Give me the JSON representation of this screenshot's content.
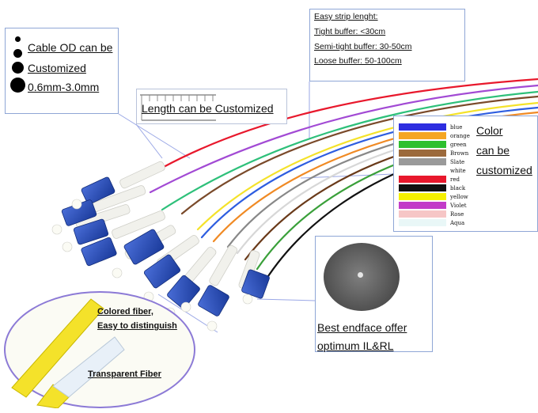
{
  "cable_od": {
    "lines": [
      "Cable OD can be",
      "Customized",
      "0.6mm-3.0mm"
    ]
  },
  "length": {
    "label": "Length can be Customized"
  },
  "strip": {
    "title": "Easy strip lenght:",
    "lines": [
      "Tight buffer: <30cm",
      "Semi-tight buffer: 30-50cm",
      "Loose buffer: 50-100cm"
    ]
  },
  "colors": {
    "words": [
      "Color",
      "can be",
      "customized"
    ],
    "swatches": [
      {
        "name": "blue",
        "hex": "#2d2de0"
      },
      {
        "name": "orange",
        "hex": "#f5a623"
      },
      {
        "name": "green",
        "hex": "#2ec02e"
      },
      {
        "name": "Brown",
        "hex": "#9c6a3c"
      },
      {
        "name": "Slate",
        "hex": "#9a9a9a"
      },
      {
        "name": "white",
        "hex": "#ffffff"
      },
      {
        "name": "red",
        "hex": "#e8182c"
      },
      {
        "name": "black",
        "hex": "#111111"
      },
      {
        "name": "yellow",
        "hex": "#f5f000"
      },
      {
        "name": "Violet",
        "hex": "#c23cc8"
      },
      {
        "name": "Rose",
        "hex": "#f6c6c6"
      },
      {
        "name": "Aqua",
        "hex": "#e9f7f7"
      }
    ]
  },
  "endface": {
    "lines": [
      "Best endface offer",
      "optimum IL&RL"
    ]
  },
  "fiber": {
    "colored": [
      "Colored fiber,",
      "Easy to distinguish"
    ],
    "transparent": "Transparent Fiber"
  }
}
